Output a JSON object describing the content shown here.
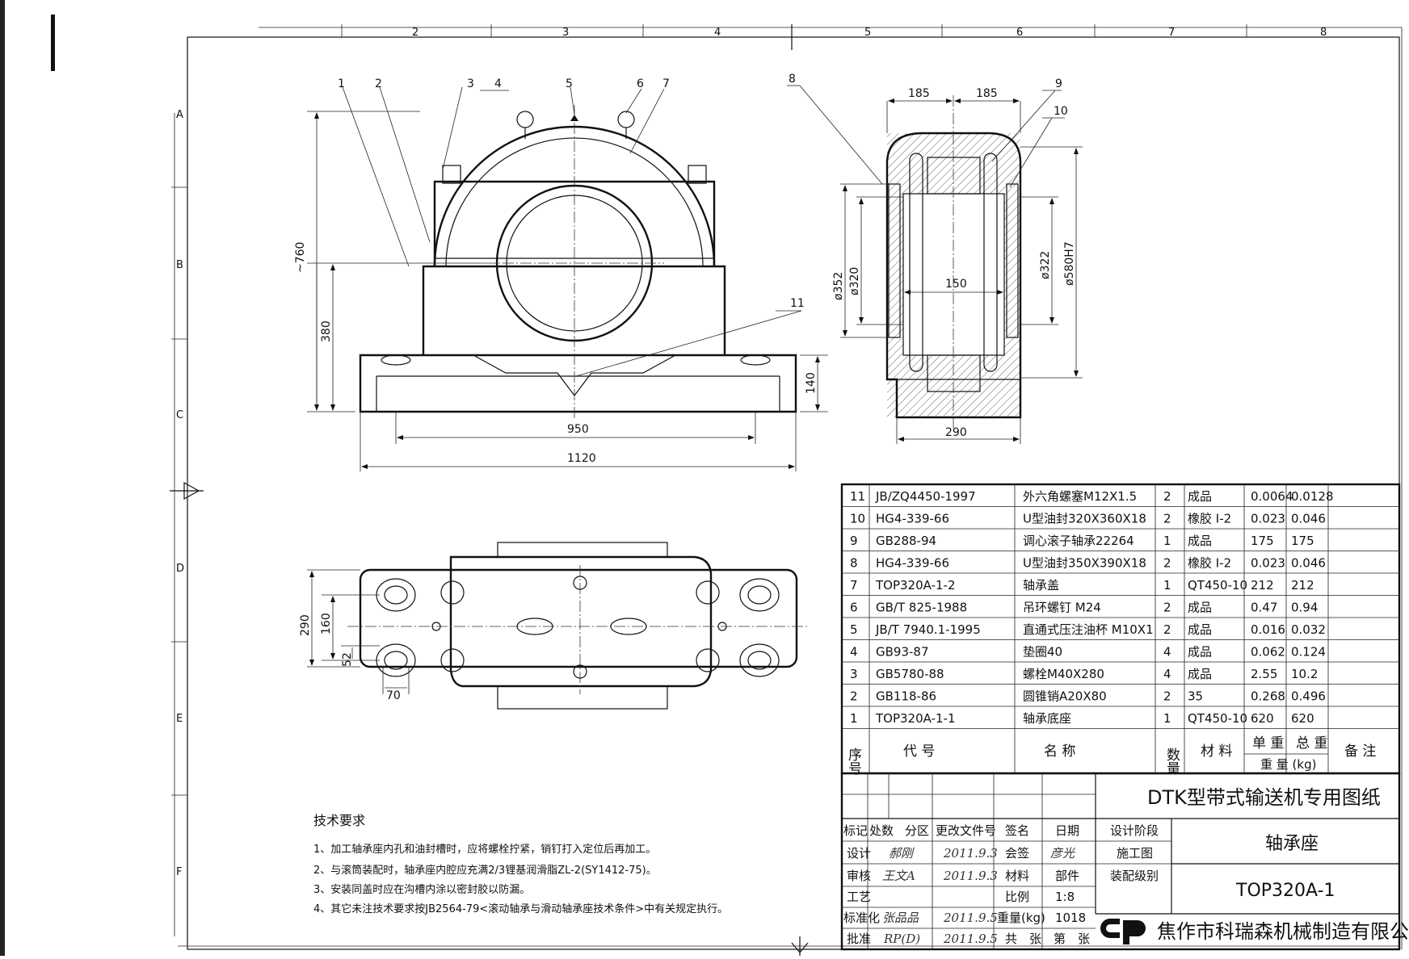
{
  "zones": {
    "columns": [
      "2",
      "3",
      "4",
      "5",
      "6",
      "7",
      "8"
    ],
    "rows": [
      "A",
      "B",
      "C",
      "D",
      "E",
      "F"
    ]
  },
  "front_view": {
    "dimensions": {
      "height_total": "~760",
      "center_height": "380",
      "base_height": "140",
      "bolt_span": "950",
      "base_length": "1120"
    },
    "balloons": [
      "1",
      "2",
      "3",
      "4",
      "5",
      "6",
      "7",
      "11"
    ]
  },
  "section_view": {
    "dimensions": {
      "half_width_left": "185",
      "half_width_right": "185",
      "seal_dia_left": "ø352",
      "bore_dia": "ø320",
      "seal_dia_right": "ø322",
      "housing_dia": "ø580H7",
      "inner_width": "150",
      "base_width": "290"
    },
    "balloons": [
      "8",
      "9",
      "10"
    ]
  },
  "plan_view": {
    "dimensions": {
      "base_width": "290",
      "bolt_spacing": "160",
      "hole_offset": "52",
      "hole_edge": "70"
    }
  },
  "bom": {
    "rows": [
      {
        "no": "11",
        "code": "JB/ZQ4450-1997",
        "name": "外六角螺塞M12X1.5",
        "qty": "2",
        "material": "成品",
        "unit": "0.0064",
        "total": "0.0128"
      },
      {
        "no": "10",
        "code": "HG4-339-66",
        "name": "U型油封320X360X18",
        "qty": "2",
        "material": "橡胶 I-2",
        "unit": "0.023",
        "total": "0.046"
      },
      {
        "no": "9",
        "code": "GB288-94",
        "name": "调心滚子轴承22264",
        "qty": "1",
        "material": "成品",
        "unit": "175",
        "total": "175"
      },
      {
        "no": "8",
        "code": "HG4-339-66",
        "name": "U型油封350X390X18",
        "qty": "2",
        "material": "橡胶 I-2",
        "unit": "0.023",
        "total": "0.046"
      },
      {
        "no": "7",
        "code": "TOP320A-1-2",
        "name": "轴承盖",
        "qty": "1",
        "material": "QT450-10",
        "unit": "212",
        "total": "212"
      },
      {
        "no": "6",
        "code": "GB/T 825-1988",
        "name": "吊环螺钉 M24",
        "qty": "2",
        "material": "成品",
        "unit": "0.47",
        "total": "0.94"
      },
      {
        "no": "5",
        "code": "JB/T 7940.1-1995",
        "name": "直通式压注油杯 M10X1",
        "qty": "2",
        "material": "成品",
        "unit": "0.016",
        "total": "0.032"
      },
      {
        "no": "4",
        "code": "GB93-87",
        "name": "垫圈40",
        "qty": "4",
        "material": "成品",
        "unit": "0.062",
        "total": "0.124"
      },
      {
        "no": "3",
        "code": "GB5780-88",
        "name": "螺栓M40X280",
        "qty": "4",
        "material": "成品",
        "unit": "2.55",
        "total": "10.2"
      },
      {
        "no": "2",
        "code": "GB118-86",
        "name": "圆锥销A20X80",
        "qty": "2",
        "material": "35",
        "unit": "0.268",
        "total": "0.496"
      },
      {
        "no": "1",
        "code": "TOP320A-1-1",
        "name": "轴承底座",
        "qty": "1",
        "material": "QT450-10",
        "unit": "620",
        "total": "620"
      }
    ],
    "header": {
      "no": "序号",
      "code": "代 号",
      "name": "名 称",
      "qty": "数量",
      "material": "材 料",
      "unit": "单 重",
      "total": "总 重",
      "weight": "重 量 (kg)",
      "remark": "备 注"
    }
  },
  "title_block": {
    "drawing_series": "DTK型带式输送机专用图纸",
    "part_name": "轴承座",
    "drawing_no": "TOP320A-1",
    "company": "焦作市科瑞森机械制造有限公司",
    "labels": {
      "mark": "标记",
      "count": "处数",
      "zone": "分区",
      "change_doc": "更改文件号",
      "sign": "签名",
      "date": "日期",
      "design": "设计",
      "review": "审核",
      "process": "工艺",
      "standard": "标准化",
      "approve": "批准",
      "countersign": "会签",
      "material": "材料",
      "scale_label": "比例",
      "weight_label": "重量(kg)",
      "total_sheets": "共",
      "sheet": "张",
      "of": "第",
      "sheet2": "张",
      "stage": "设计阶段",
      "construction": "施工图",
      "assembly_level": "装配级别",
      "part": "部件"
    },
    "values": {
      "scale": "1:8",
      "weight": "1018",
      "design_date": "2011.9.3",
      "review_date": "2011.9.3",
      "standard_date": "2011.9.5",
      "approve_date": "2011.9.5"
    },
    "signatures": {
      "designer": "郝刚",
      "countersign": "彦光",
      "reviewer": "王文A",
      "standard": "张品品",
      "approver": "RP(D)"
    }
  },
  "tech_requirements": {
    "title": "技术要求",
    "items": [
      "1、加工轴承座内孔和油封槽时，应将螺栓拧紧，销钉打入定位后再加工。",
      "2、与滚筒装配时，轴承座内腔应充满2/3锂基润滑脂ZL-2(SY1412-75)。",
      "3、安装同盖时应在沟槽内涂以密封胶以防漏。",
      "4、其它未注技术要求按JB2564-79<滚动轴承与滑动轴承座技术条件>中有关规定执行。"
    ]
  },
  "logo": {
    "icon": "company-logo"
  }
}
